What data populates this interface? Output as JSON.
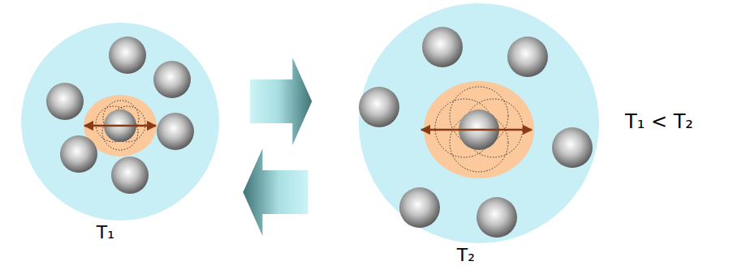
{
  "diagram": {
    "nodes": [
      {
        "text": [
          "T₁"
        ]
      },
      {
        "text": [
          "T₂"
        ]
      }
    ],
    "edges": [
      {
        "from": 0,
        "to": 1,
        "arrow": "to"
      },
      {
        "from": 1,
        "to": 0,
        "arrow": "to"
      }
    ],
    "labels": [
      "T₁ < T₂"
    ]
  }
}
